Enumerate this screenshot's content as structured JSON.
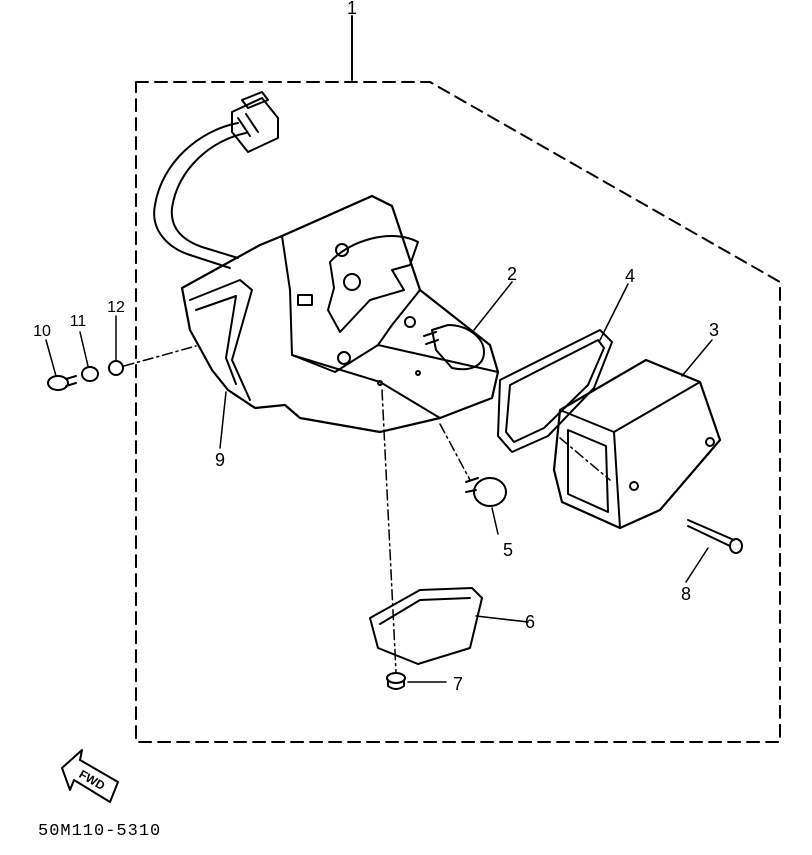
{
  "diagram": {
    "assembly_label": "1",
    "callouts": [
      {
        "id": "callout-2",
        "label": "2"
      },
      {
        "id": "callout-3",
        "label": "3"
      },
      {
        "id": "callout-4",
        "label": "4"
      },
      {
        "id": "callout-5",
        "label": "5"
      },
      {
        "id": "callout-6",
        "label": "6"
      },
      {
        "id": "callout-7",
        "label": "7"
      },
      {
        "id": "callout-8",
        "label": "8"
      },
      {
        "id": "callout-9",
        "label": "9"
      },
      {
        "id": "callout-10",
        "label": "10"
      },
      {
        "id": "callout-11",
        "label": "11"
      },
      {
        "id": "callout-12",
        "label": "12"
      }
    ],
    "direction_label": "FWD",
    "drawing_code": "50M110-5310"
  }
}
